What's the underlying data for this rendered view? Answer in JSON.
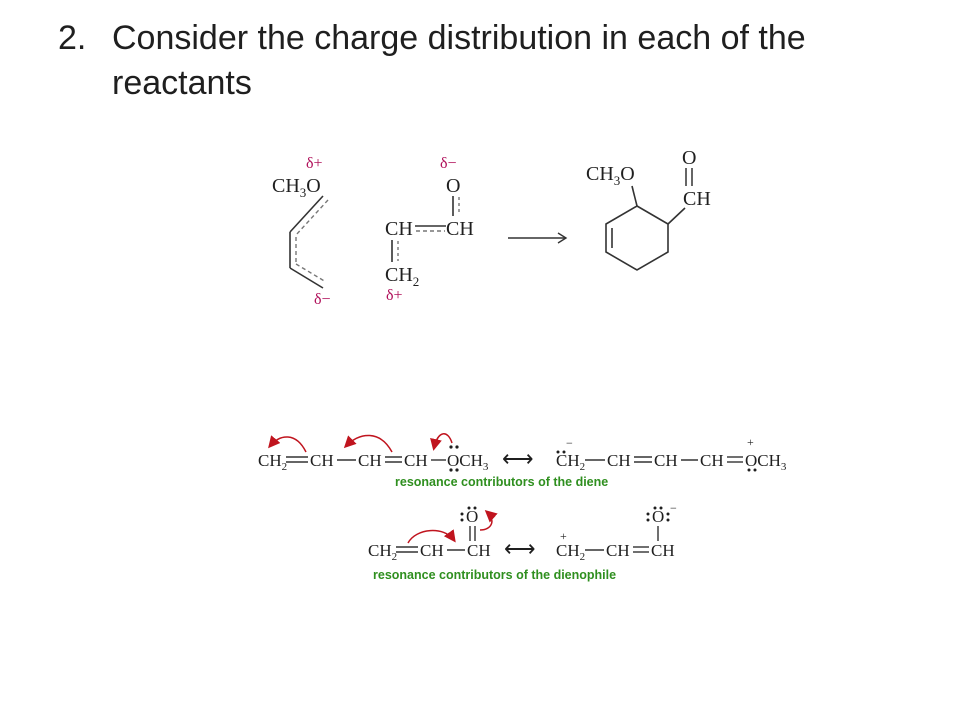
{
  "slide": {
    "number": "2.",
    "heading": "Consider the charge distribution in each of the reactants"
  },
  "colors": {
    "text": "#1f1f1f",
    "partial_charge": "#b0105a",
    "arrow": "#c0141e",
    "caption": "#2f8f1f",
    "dashed_bond": "#777777"
  },
  "reaction": {
    "diene": {
      "substituent": "CH3O",
      "delta_top": "δ+",
      "delta_bottom": "δ−"
    },
    "dienophile": {
      "oxygen": "O",
      "carbonyl_carbon": "CH",
      "alpha_carbon": "CH",
      "terminal_carbon": "CH2",
      "delta_top": "δ−",
      "delta_bottom": "δ+"
    },
    "product": {
      "substituent": "CH3O",
      "oxygen": "O",
      "aldehyde": "CH"
    }
  },
  "resonance": {
    "diene": {
      "left": [
        "CH2",
        "CH",
        "CH",
        "CH",
        "OCH3"
      ],
      "right": [
        "CH2",
        "CH",
        "CH",
        "CH",
        "OCH3"
      ],
      "right_charges": [
        "−",
        "+"
      ],
      "caption": "resonance contributors of the diene"
    },
    "dienophile": {
      "left": [
        "CH2",
        "CH",
        "CH"
      ],
      "left_oxygen": "O",
      "right": [
        "CH2",
        "CH",
        "CH"
      ],
      "right_oxygen": "O",
      "right_charges": [
        "+",
        "−"
      ],
      "caption": "resonance contributors of the dienophile"
    },
    "equilibrium_arrow": "⟷"
  }
}
